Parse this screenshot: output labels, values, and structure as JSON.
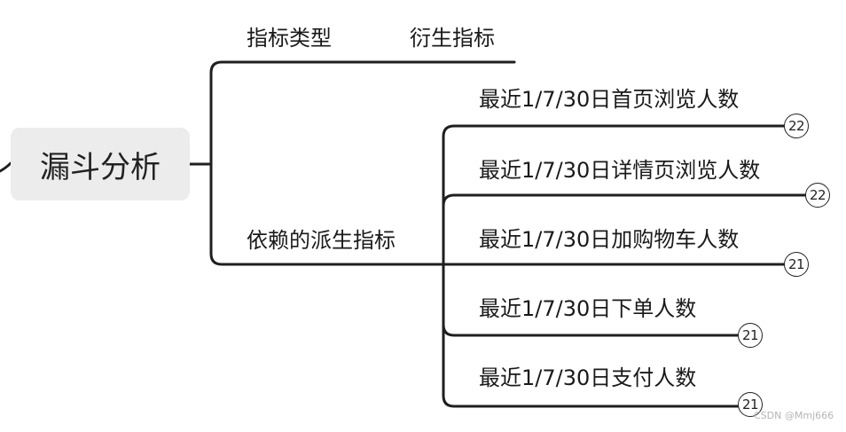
{
  "central_topic": "漏斗分析",
  "branch_type": {
    "label": "指标类型",
    "value": "衍生指标"
  },
  "branch_dependent": {
    "label": "依赖的派生指标",
    "items": [
      {
        "label": "最近1/7/30日首页浏览人数",
        "badge": "22"
      },
      {
        "label": "最近1/7/30日详情页浏览人数",
        "badge": "22"
      },
      {
        "label": "最近1/7/30日加购物车人数",
        "badge": "21"
      },
      {
        "label": "最近1/7/30日下单人数",
        "badge": "21"
      },
      {
        "label": "最近1/7/30日支付人数",
        "badge": "21"
      }
    ]
  },
  "watermark": "CSDN @Mmj666",
  "colors": {
    "line": "#1f1f1f",
    "central_bg": "#ececec"
  }
}
